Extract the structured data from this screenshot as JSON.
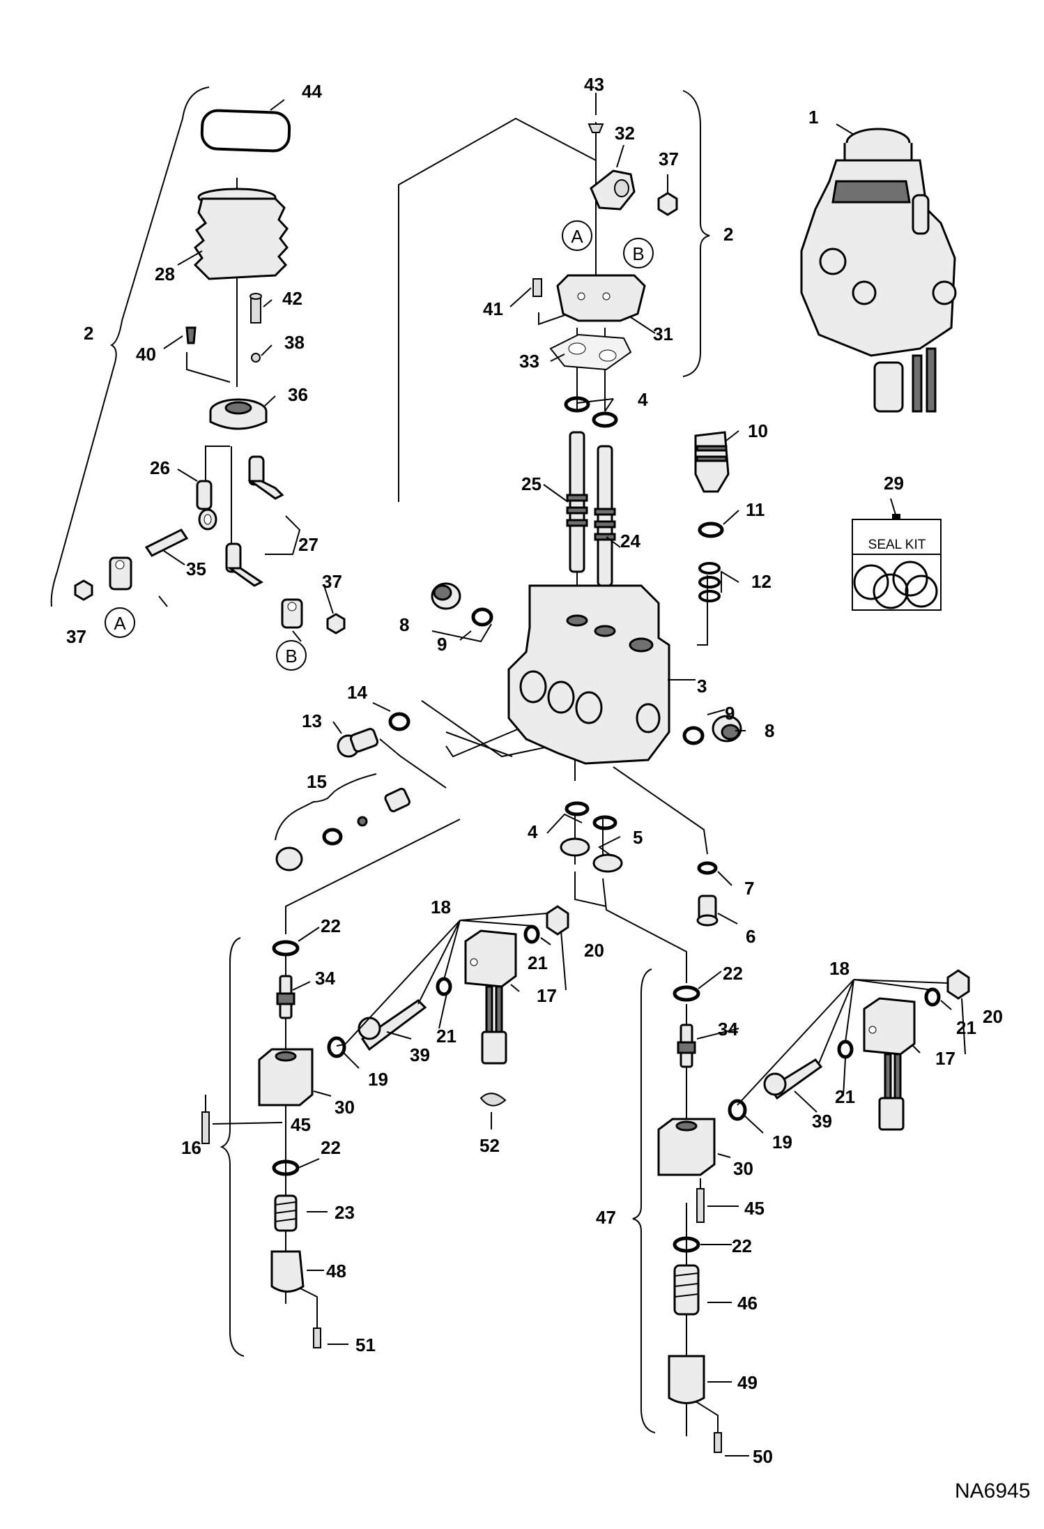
{
  "drawing": {
    "code": "NA6945",
    "seal_kit_label": "SEAL KIT",
    "view_markers": [
      "A",
      "B"
    ],
    "callouts": {
      "c1": "1",
      "c2": "2",
      "c3": "3",
      "c4": "4",
      "c5": "5",
      "c6": "6",
      "c7": "7",
      "c8": "8",
      "c9": "9",
      "c10": "10",
      "c11": "11",
      "c12": "12",
      "c13": "13",
      "c14": "14",
      "c15": "15",
      "c16": "16",
      "c17": "17",
      "c18": "18",
      "c19": "19",
      "c20": "20",
      "c21": "21",
      "c22": "22",
      "c23": "23",
      "c24": "24",
      "c25": "25",
      "c26": "26",
      "c27": "27",
      "c28": "28",
      "c29": "29",
      "c30": "30",
      "c31": "31",
      "c32": "32",
      "c33": "33",
      "c34": "34",
      "c35": "35",
      "c36": "36",
      "c37": "37",
      "c38": "38",
      "c39": "39",
      "c40": "40",
      "c41": "41",
      "c42": "42",
      "c43": "43",
      "c44": "44",
      "c45": "45",
      "c46": "46",
      "c47": "47",
      "c48": "48",
      "c49": "49",
      "c50": "50",
      "c51": "51",
      "c52": "52"
    }
  }
}
